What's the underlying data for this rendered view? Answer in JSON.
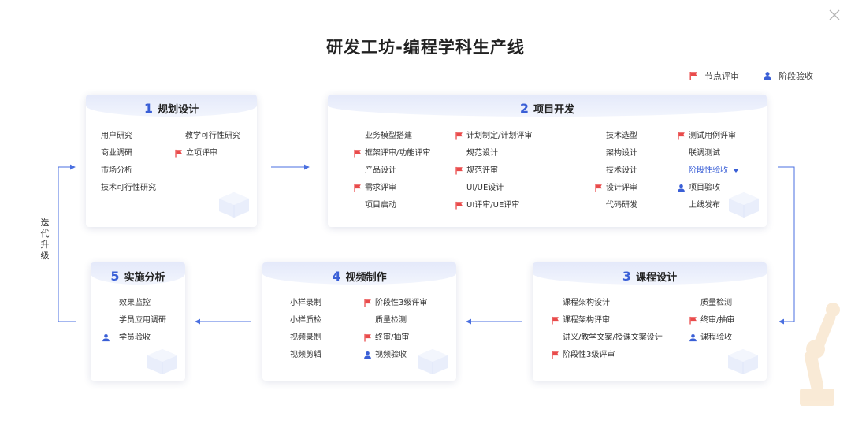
{
  "title": "研发工坊-编程学科生产线",
  "legend": {
    "node_review": "节点评审",
    "stage_acceptance": "阶段验收"
  },
  "side_label": "迭代升级",
  "cards": [
    {
      "num": "1",
      "title": "规划设计"
    },
    {
      "num": "2",
      "title": "项目开发"
    },
    {
      "num": "3",
      "title": "课程设计"
    },
    {
      "num": "4",
      "title": "视频制作"
    },
    {
      "num": "5",
      "title": "实施分析"
    }
  ],
  "items": [
    "用户研究",
    "商业调研",
    "市场分析",
    "技术可行性研究",
    "教学可行性研究",
    "立项评审",
    "业务模型搭建",
    "框架评审/功能评审",
    "产品设计",
    "需求评审",
    "项目启动",
    "计划制定/计划评审",
    "规范设计",
    "规范评审",
    "UI/UE设计",
    "UI评审/UE评审",
    "技术选型",
    "架构设计",
    "技术设计",
    "设计评审",
    "代码研发",
    "测试用例评审",
    "联调测试",
    "阶段性验收",
    "项目验收",
    "上线发布",
    "课程架构设计",
    "课程架构评审",
    "讲义/教学文案/授课文案设计",
    "阶段性3级评审",
    "质量检测",
    "终审/抽审",
    "课程验收",
    "小样录制",
    "小样质检",
    "视频录制",
    "视频剪辑",
    "阶段性3级评审",
    "质量检测",
    "终审/抽审",
    "视频验收",
    "效果监控",
    "学员应用调研",
    "学员验收"
  ],
  "colors": {
    "accent": "#3a5fd6",
    "flag": "#e94b4b",
    "line": "#4a6fe0"
  }
}
